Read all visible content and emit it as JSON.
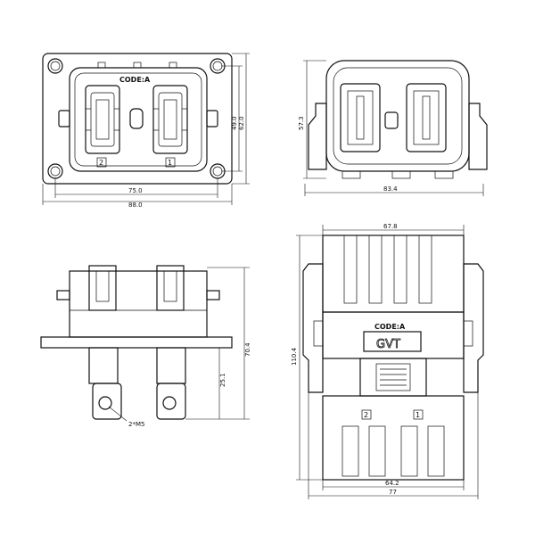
{
  "views": {
    "front": {
      "code_label": "CODE:A",
      "port_labels": [
        "2",
        "1"
      ],
      "dimensions": {
        "inner_width": "75.0",
        "outer_width": "88.0",
        "inner_height": "49.0",
        "outer_height": "62.0"
      }
    },
    "top": {
      "dimensions": {
        "height": "57.3",
        "width": "83.4"
      }
    },
    "side": {
      "dimensions": {
        "height": "70.4",
        "tab_height": "25.1"
      },
      "callout": "2*M5"
    },
    "rear": {
      "code_label": "CODE:A",
      "logo": "GVT",
      "port_labels": [
        "2",
        "1"
      ],
      "dimensions": {
        "top_width": "67.8",
        "height": "110.4",
        "inner_width": "64.2",
        "outer_width": "77"
      }
    }
  }
}
